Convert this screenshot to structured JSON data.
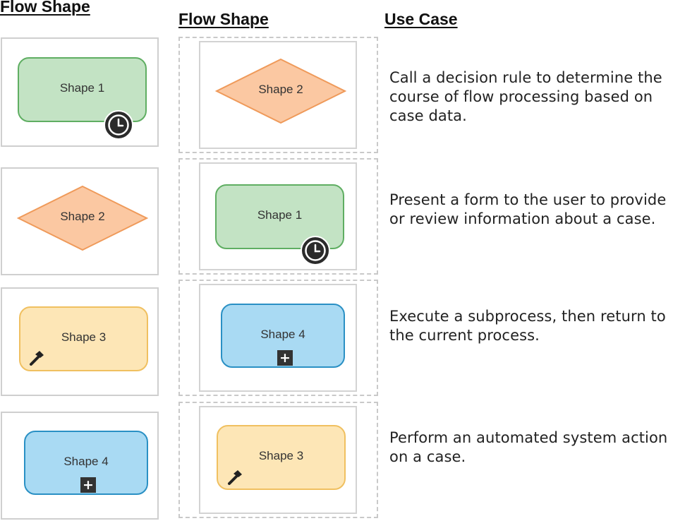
{
  "headers": {
    "col1": "Flow Shape",
    "col2": "Flow Shape",
    "col3": "Use Case"
  },
  "shapes": {
    "shape1": "Shape 1",
    "shape2": "Shape 2",
    "shape3": "Shape 3",
    "shape4": "Shape 4"
  },
  "icons": {
    "timer": "clock-icon",
    "subprocess": "plus-icon",
    "utility": "hammer-icon"
  },
  "colors": {
    "green_fill": "#c3e3c4",
    "green_border": "#5fae62",
    "orange_fill": "#fbc8a2",
    "orange_border": "#ef9a5a",
    "yellow_fill": "#fde6b6",
    "yellow_border": "#f0c060",
    "blue_fill": "#a9daf3",
    "blue_border": "#2a90c4"
  },
  "use_cases": [
    "Call a decision rule to determine the course of flow processing based on case data.",
    "Present a form to the user to provide or review information about a case.",
    "Execute a subprocess, then return to the current process.",
    "Perform an automated system action on a case."
  ]
}
